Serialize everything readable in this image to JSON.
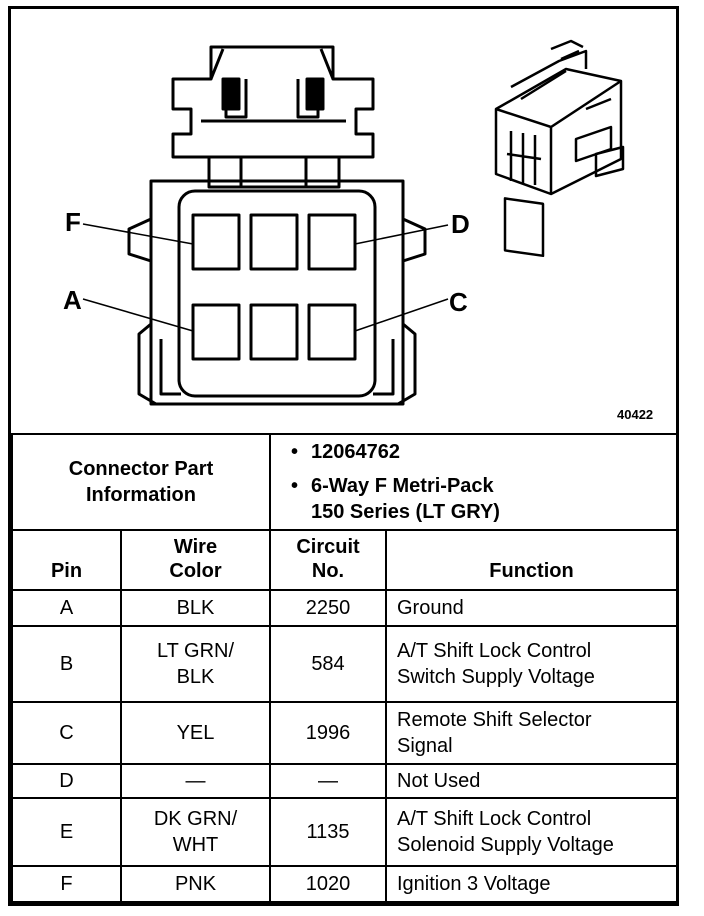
{
  "diagram": {
    "pin_labels": [
      "F",
      "D",
      "A",
      "C"
    ],
    "figure_number": "40422"
  },
  "connector_info": {
    "label_line1": "Connector Part",
    "label_line2": "Information",
    "part_number": "12064762",
    "description_line1": "6-Way F Metri-Pack",
    "description_line2": "150 Series (LT GRY)"
  },
  "headers": {
    "pin": "Pin",
    "wire_color_1": "Wire",
    "wire_color_2": "Color",
    "circuit_1": "Circuit",
    "circuit_2": "No.",
    "function": "Function"
  },
  "rows": [
    {
      "pin": "A",
      "color_1": "BLK",
      "color_2": "",
      "circuit": "2250",
      "function_1": "Ground",
      "function_2": ""
    },
    {
      "pin": "B",
      "color_1": "LT GRN/",
      "color_2": "BLK",
      "circuit": "584",
      "function_1": "A/T Shift Lock Control",
      "function_2": "Switch Supply Voltage"
    },
    {
      "pin": "C",
      "color_1": "YEL",
      "color_2": "",
      "circuit": "1996",
      "function_1": "Remote Shift Selector",
      "function_2": "Signal"
    },
    {
      "pin": "D",
      "color_1": "—",
      "color_2": "",
      "circuit": "—",
      "function_1": "Not Used",
      "function_2": ""
    },
    {
      "pin": "E",
      "color_1": "DK GRN/",
      "color_2": "WHT",
      "circuit": "1135",
      "function_1": "A/T Shift Lock Control",
      "function_2": "Solenoid Supply Voltage"
    },
    {
      "pin": "F",
      "color_1": "PNK",
      "color_2": "",
      "circuit": "1020",
      "function_1": "Ignition 3 Voltage",
      "function_2": ""
    }
  ]
}
